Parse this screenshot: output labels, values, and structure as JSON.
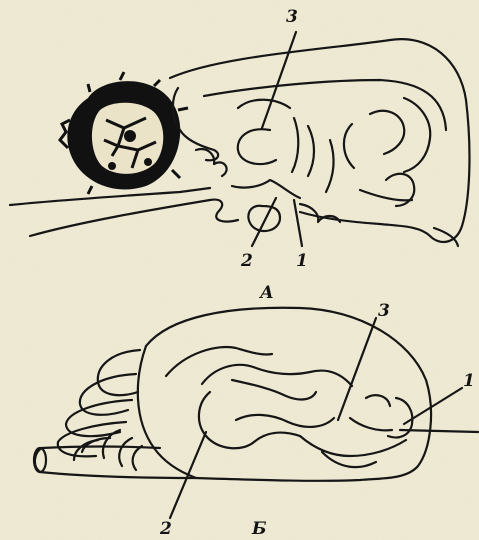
{
  "figure": {
    "panel_a": {
      "caption": "А",
      "labels": {
        "one": "1",
        "two": "2",
        "three": "3"
      }
    },
    "panel_b": {
      "caption": "Б",
      "labels": {
        "one": "1",
        "two": "2",
        "three": "3"
      }
    }
  }
}
